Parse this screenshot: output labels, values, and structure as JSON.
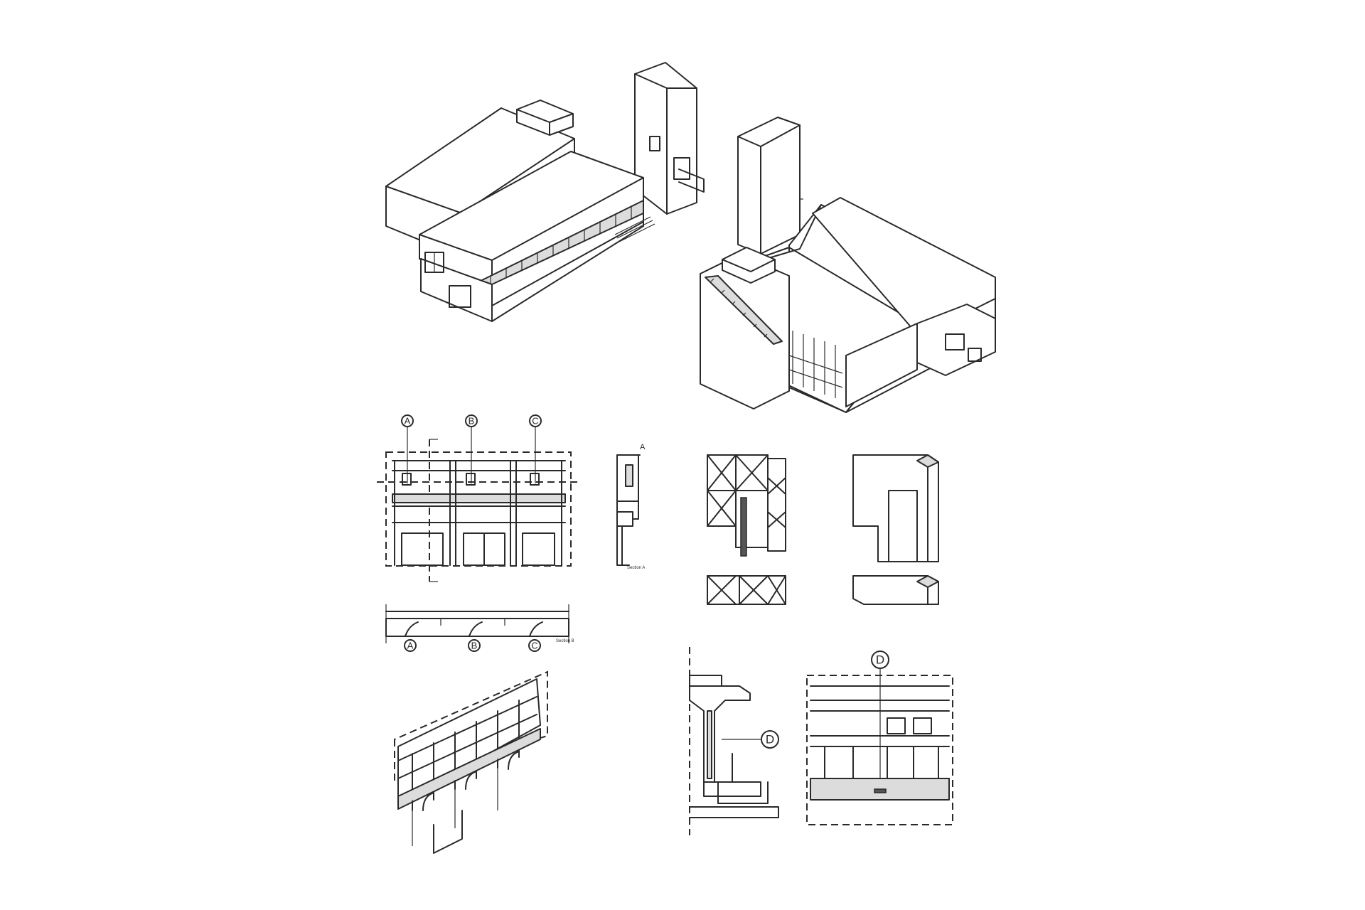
{
  "callouts": {
    "a": "A",
    "b": "B",
    "c": "C",
    "d": "D"
  },
  "labels": {
    "section_mark": "A",
    "small_note_1": "Section A",
    "small_note_2": "Section B"
  }
}
